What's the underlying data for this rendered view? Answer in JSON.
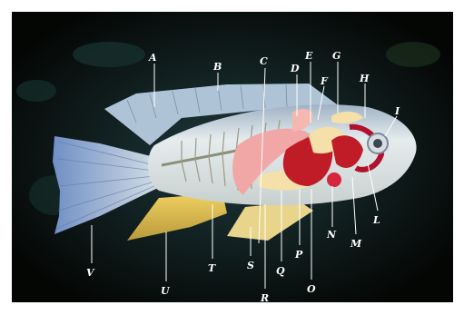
{
  "colors": {
    "frame": "#ffffff",
    "background": "#050805",
    "fish_body": "#cfd8dc",
    "fin_yellow": "#e6c24a",
    "tail_blue": "#8fa8c8",
    "organ_red": "#c01c28",
    "organ_pink": "#f2a7a7",
    "organ_cream": "#f4e0a8",
    "label": "#ffffff"
  },
  "labels": [
    "A",
    "B",
    "C",
    "D",
    "E",
    "F",
    "G",
    "H",
    "I",
    "L",
    "M",
    "N",
    "O",
    "P",
    "Q",
    "R",
    "S",
    "T",
    "U",
    "V"
  ]
}
